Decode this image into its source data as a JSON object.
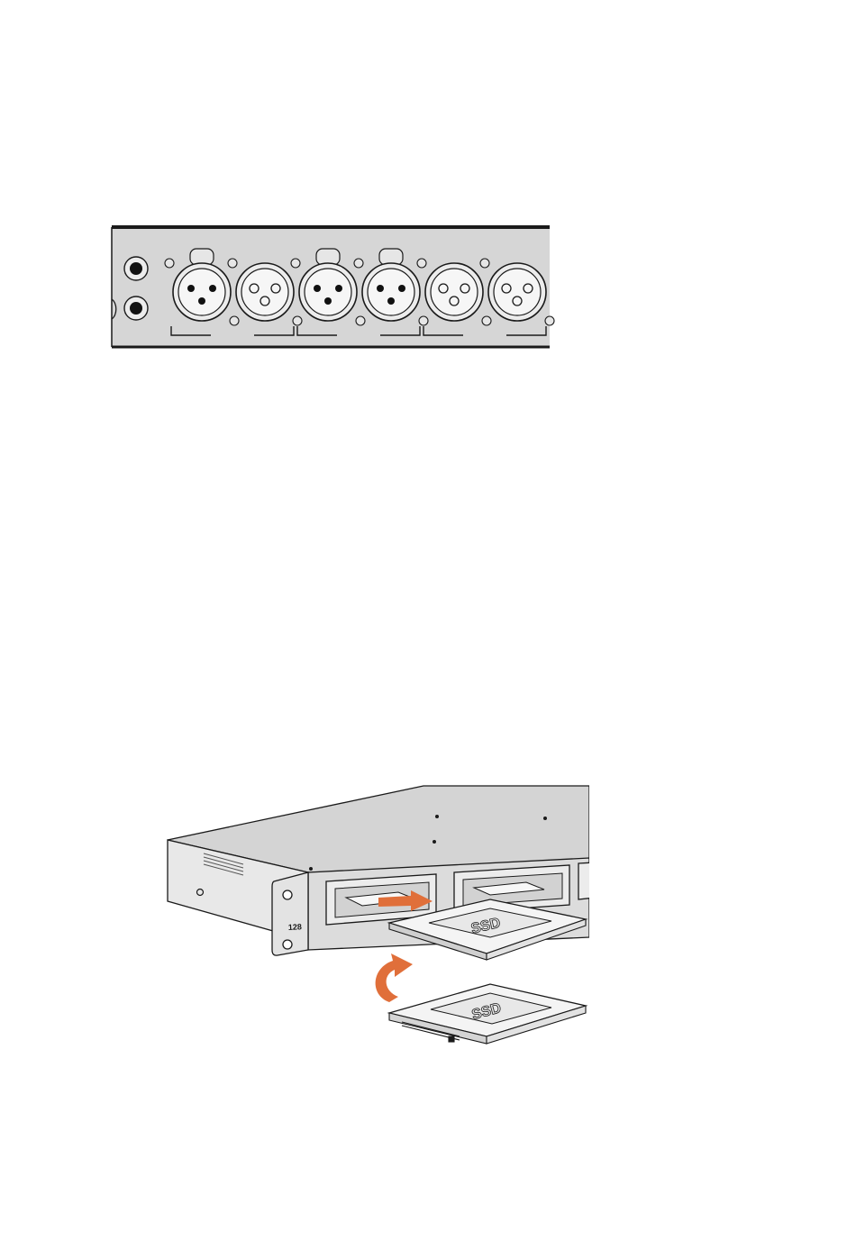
{
  "figures": {
    "xlr_panel": {
      "connector_count": 6,
      "connector_types": [
        "female",
        "male",
        "female",
        "female",
        "male",
        "male"
      ],
      "group_brackets": 3,
      "rca_jacks": 2
    },
    "ssd_install": {
      "front_label": "128",
      "ssd_label": "SSD",
      "slot_count": 2
    }
  },
  "colors": {
    "panel_fill": "#d6d6d6",
    "outline": "#1a1a1a",
    "arrow_orange": "#e06f3a",
    "slot_fill": "#ececec",
    "ssd_face": "#f4f4f4"
  },
  "icons": [
    "xlr-female-icon",
    "xlr-male-icon",
    "rca-jack-icon",
    "insert-arrow-icon",
    "flip-arrow-icon",
    "ssd-drive-icon"
  ]
}
